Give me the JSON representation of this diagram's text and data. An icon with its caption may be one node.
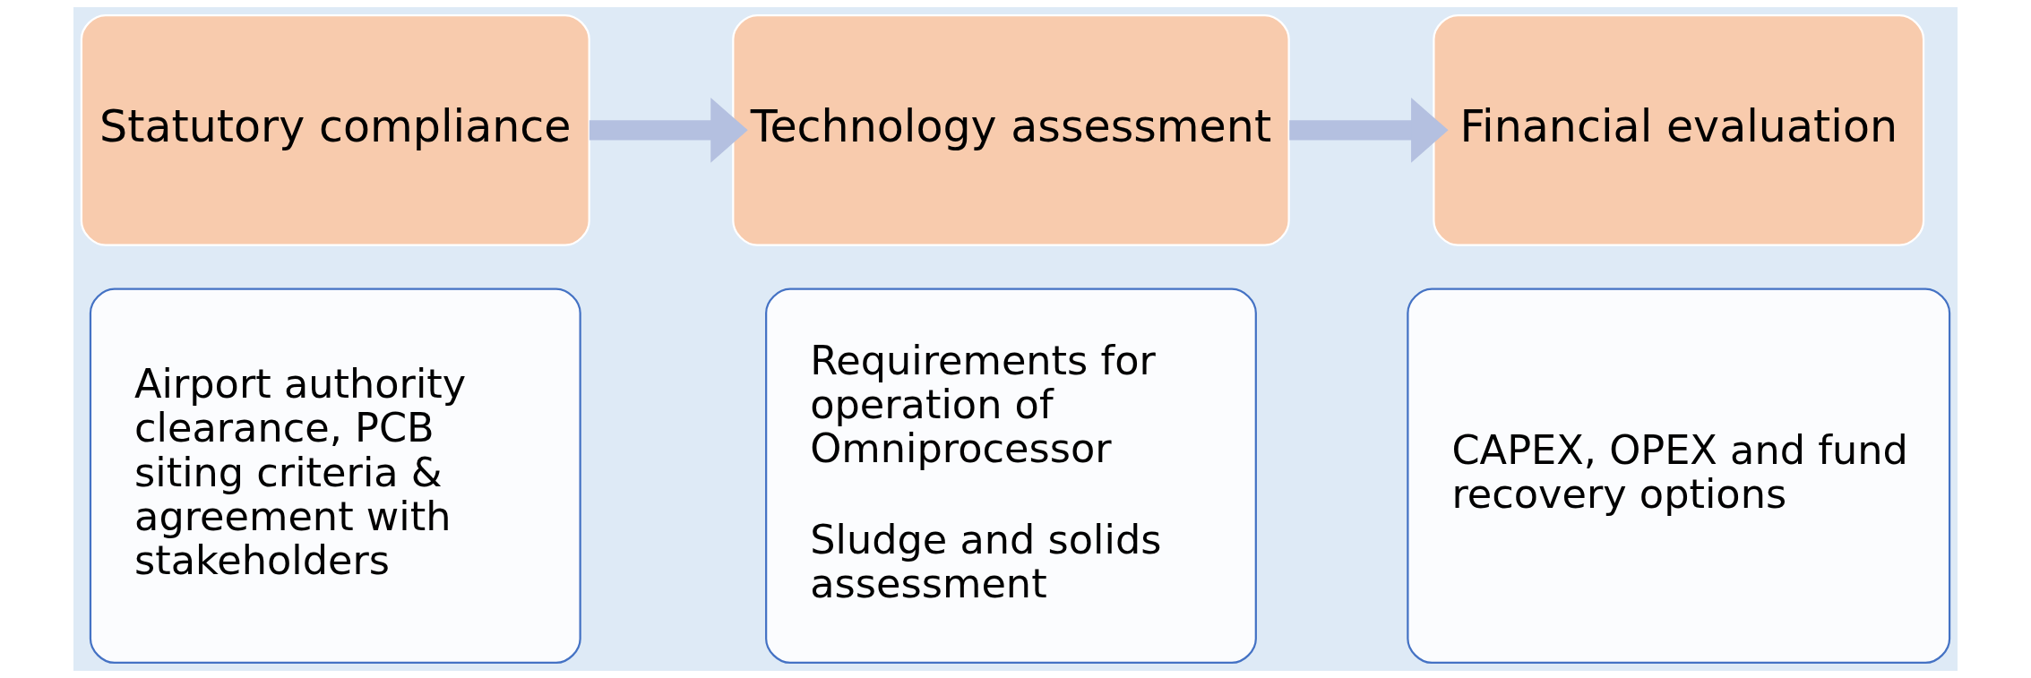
{
  "diagram": {
    "nodes": [
      {
        "text": [
          "Statutory compliance"
        ]
      },
      {
        "text": [
          "Airport authority clearance, PCB siting criteria & agreement with stakeholders"
        ]
      },
      {
        "text": [
          "Technology assessment"
        ]
      },
      {
        "text": [
          "Requirements for operation of Omniprocessor",
          "Sludge and solids assessment"
        ]
      },
      {
        "text": [
          "Financial evaluation"
        ]
      },
      {
        "text": [
          "CAPEX, OPEX and fund recovery options"
        ]
      }
    ],
    "edges": [
      {
        "from": 0,
        "to": 2,
        "arrow": "to"
      },
      {
        "from": 2,
        "to": 4,
        "arrow": "to"
      }
    ]
  }
}
